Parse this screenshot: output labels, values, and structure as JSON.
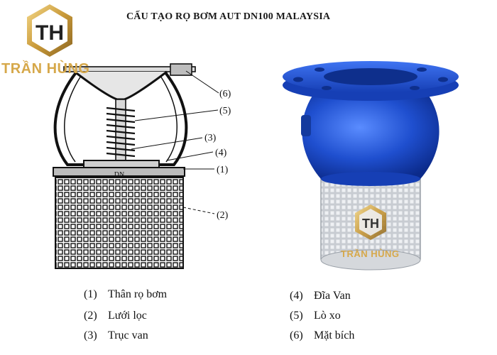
{
  "title": "CẤU TẠO RỌ BƠM AUT DN100 MALAYSIA",
  "brand": {
    "logo_text": "TRẦN HÙNG",
    "monogram": "TH"
  },
  "drawing": {
    "disc_marking": "DN"
  },
  "callouts": [
    "(1)",
    "(2)",
    "(3)",
    "(4)",
    "(5)",
    "(6)"
  ],
  "legend": [
    {
      "num": "(1)",
      "label": "Thân rọ bơm"
    },
    {
      "num": "(2)",
      "label": "Lưới lọc"
    },
    {
      "num": "(3)",
      "label": "Trục van"
    },
    {
      "num": "(4)",
      "label": "Đĩa Van"
    },
    {
      "num": "(5)",
      "label": "Lò xo"
    },
    {
      "num": "(6)",
      "label": "Mặt bích"
    }
  ],
  "colors": {
    "valve_blue": "#1f4fcf",
    "screen_grey": "#bfc3c9",
    "logo_gold": "#d6a84a"
  }
}
